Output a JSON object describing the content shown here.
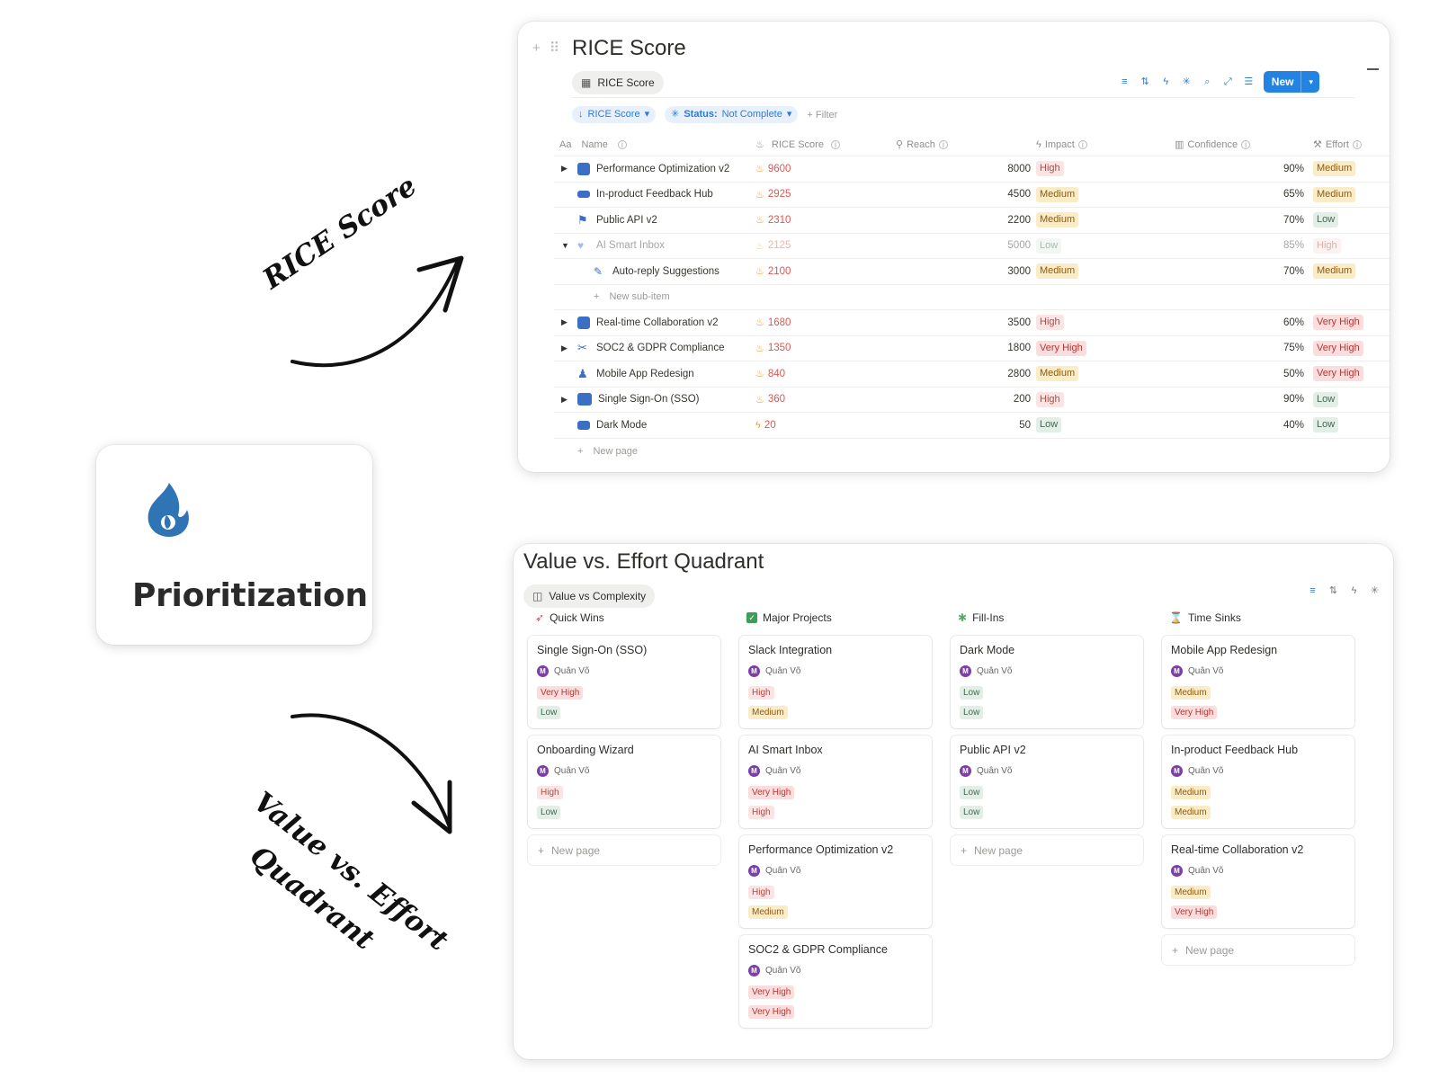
{
  "prioritization": {
    "title": "Prioritization",
    "icon": "flame-icon"
  },
  "annotations": {
    "rice": "RICE Score",
    "vve_line1": "Value vs. Effort",
    "vve_line2": "Quadrant"
  },
  "rice": {
    "title": "RICE Score",
    "view_tab": "RICE Score",
    "new_button": "New",
    "filters": {
      "sort_pill": "RICE Score",
      "status_label": "Status:",
      "status_value": "Not Complete",
      "add_filter": "Filter"
    },
    "columns": {
      "name": "Name",
      "rice": "RICE Score",
      "reach": "Reach",
      "impact": "Impact",
      "confidence": "Confidence",
      "effort": "Effort"
    },
    "rows": [
      {
        "name": "Performance Optimization v2",
        "score": "9600",
        "reach": "8000",
        "impact": "High",
        "confidence": "90%",
        "effort": "Medium"
      },
      {
        "name": "In-product Feedback Hub",
        "score": "2925",
        "reach": "4500",
        "impact": "Medium",
        "confidence": "65%",
        "effort": "Medium"
      },
      {
        "name": "Public API v2",
        "score": "2310",
        "reach": "2200",
        "impact": "Medium",
        "confidence": "70%",
        "effort": "Low"
      },
      {
        "name": "AI Smart Inbox",
        "score": "2125",
        "reach": "5000",
        "impact": "Low",
        "confidence": "85%",
        "effort": "High"
      },
      {
        "name": "Auto-reply Suggestions",
        "score": "2100",
        "reach": "3000",
        "impact": "Medium",
        "confidence": "70%",
        "effort": "Medium"
      },
      {
        "name": "Real-time Collaboration v2",
        "score": "1680",
        "reach": "3500",
        "impact": "High",
        "confidence": "60%",
        "effort": "Very High"
      },
      {
        "name": "SOC2 & GDPR Compliance",
        "score": "1350",
        "reach": "1800",
        "impact": "Very High",
        "confidence": "75%",
        "effort": "Very High"
      },
      {
        "name": "Mobile App Redesign",
        "score": "840",
        "reach": "2800",
        "impact": "Medium",
        "confidence": "50%",
        "effort": "Very High"
      },
      {
        "name": "Single Sign-On (SSO)",
        "score": "360",
        "reach": "200",
        "impact": "High",
        "confidence": "90%",
        "effort": "Low"
      },
      {
        "name": "Dark Mode",
        "score": "20",
        "reach": "50",
        "impact": "Low",
        "confidence": "40%",
        "effort": "Low"
      }
    ],
    "new_sub_item": "New sub-item",
    "new_page": "New page"
  },
  "quadrant": {
    "title": "Value vs. Effort Quadrant",
    "view_tab": "Value vs Complexity",
    "new_page": "New page",
    "columns": [
      {
        "name": "Quick Wins",
        "cards": [
          {
            "title": "Single Sign-On (SSO)",
            "person": "Quân Võ",
            "value": "Very High",
            "effort": "Low"
          },
          {
            "title": "Onboarding Wizard",
            "person": "Quân Võ",
            "value": "High",
            "effort": "Low"
          }
        ]
      },
      {
        "name": "Major Projects",
        "cards": [
          {
            "title": "Slack Integration",
            "person": "Quân Võ",
            "value": "High",
            "effort": "Medium"
          },
          {
            "title": "AI Smart Inbox",
            "person": "Quân Võ",
            "value": "Very High",
            "effort": "High"
          },
          {
            "title": "Performance Optimization v2",
            "person": "Quân Võ",
            "value": "High",
            "effort": "Medium"
          },
          {
            "title": "SOC2 & GDPR Compliance",
            "person": "Quân Võ",
            "value": "Very High",
            "effort": "Very High"
          }
        ]
      },
      {
        "name": "Fill-Ins",
        "cards": [
          {
            "title": "Dark Mode",
            "person": "Quân Võ",
            "value": "Low",
            "effort": "Low"
          },
          {
            "title": "Public API v2",
            "person": "Quân Võ",
            "value": "Low",
            "effort": "Low"
          }
        ]
      },
      {
        "name": "Time Sinks",
        "cards": [
          {
            "title": "Mobile App Redesign",
            "person": "Quân Võ",
            "value": "Medium",
            "effort": "Very High"
          },
          {
            "title": "In-product Feedback Hub",
            "person": "Quân Võ",
            "value": "Medium",
            "effort": "Medium"
          },
          {
            "title": "Real-time Collaboration v2",
            "person": "Quân Võ",
            "value": "Medium",
            "effort": "Very High"
          }
        ]
      }
    ]
  }
}
